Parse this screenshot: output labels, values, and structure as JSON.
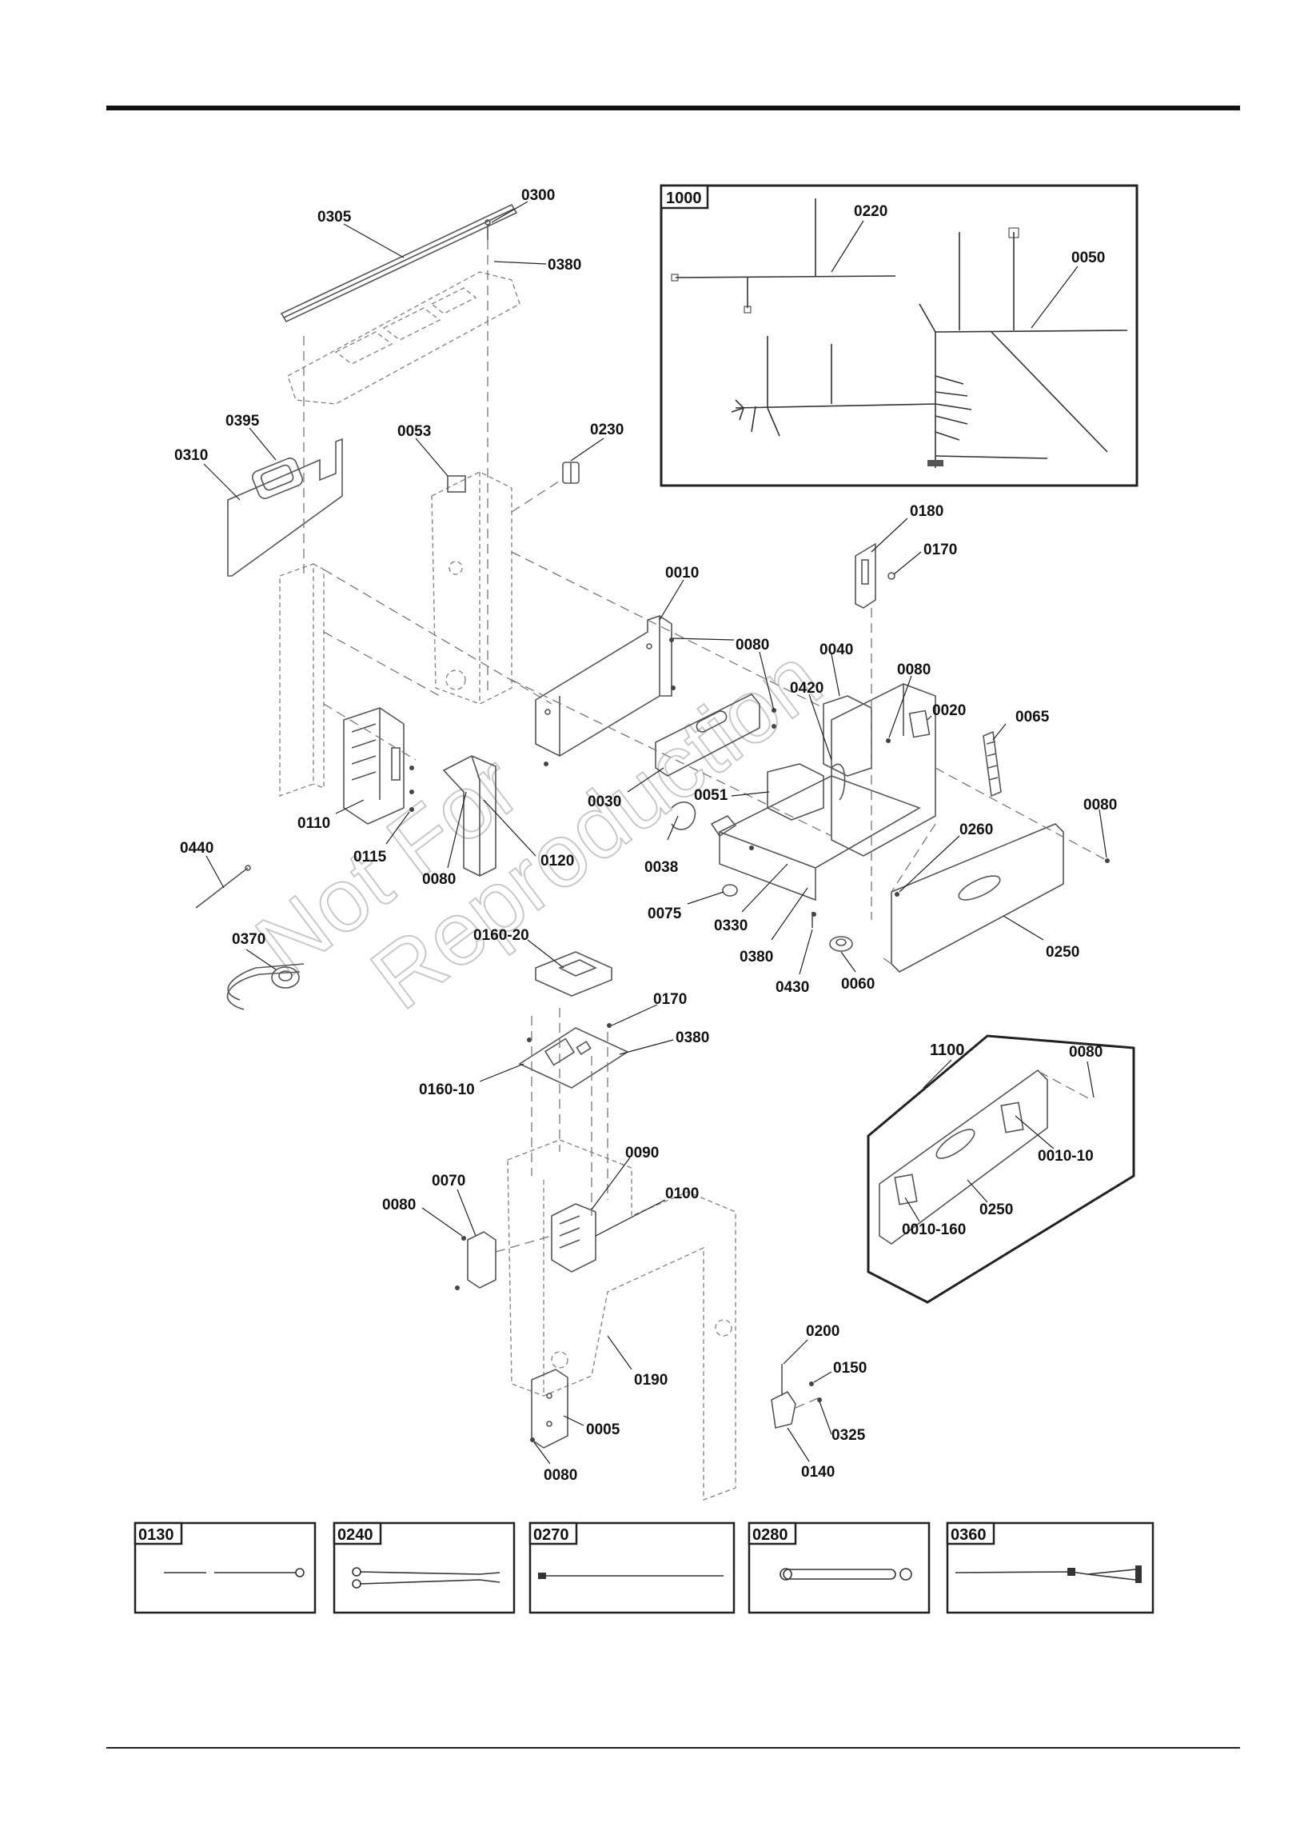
{
  "watermark": {
    "line1": "Not For",
    "line2": "Reproduction"
  },
  "callouts": [
    {
      "id": "c0305",
      "text": "0305"
    },
    {
      "id": "c0300",
      "text": "0300"
    },
    {
      "id": "c0380a",
      "text": "0380"
    },
    {
      "id": "c0395",
      "text": "0395"
    },
    {
      "id": "c0310",
      "text": "0310"
    },
    {
      "id": "c0053",
      "text": "0053"
    },
    {
      "id": "c0230",
      "text": "0230"
    },
    {
      "id": "c0010",
      "text": "0010"
    },
    {
      "id": "c0080a",
      "text": "0080"
    },
    {
      "id": "c0180",
      "text": "0180"
    },
    {
      "id": "c0170a",
      "text": "0170"
    },
    {
      "id": "c0040",
      "text": "0040"
    },
    {
      "id": "c0420",
      "text": "0420"
    },
    {
      "id": "c0080b",
      "text": "0080"
    },
    {
      "id": "c0020",
      "text": "0020"
    },
    {
      "id": "c0065",
      "text": "0065"
    },
    {
      "id": "c0080c",
      "text": "0080"
    },
    {
      "id": "c0030",
      "text": "0030"
    },
    {
      "id": "c0051",
      "text": "0051"
    },
    {
      "id": "c0110",
      "text": "0110"
    },
    {
      "id": "c0115",
      "text": "0115"
    },
    {
      "id": "c0120",
      "text": "0120"
    },
    {
      "id": "c0080d",
      "text": "0080"
    },
    {
      "id": "c0440",
      "text": "0440"
    },
    {
      "id": "c0038",
      "text": "0038"
    },
    {
      "id": "c0260",
      "text": "0260"
    },
    {
      "id": "c0075",
      "text": "0075"
    },
    {
      "id": "c0330",
      "text": "0330"
    },
    {
      "id": "c0370",
      "text": "0370"
    },
    {
      "id": "c0380b",
      "text": "0380"
    },
    {
      "id": "c0430",
      "text": "0430"
    },
    {
      "id": "c0060",
      "text": "0060"
    },
    {
      "id": "c0250a",
      "text": "0250"
    },
    {
      "id": "c016020",
      "text": "0160-20"
    },
    {
      "id": "c0170b",
      "text": "0170"
    },
    {
      "id": "c0380c",
      "text": "0380"
    },
    {
      "id": "c016010",
      "text": "0160-10"
    },
    {
      "id": "c0090",
      "text": "0090"
    },
    {
      "id": "c0070",
      "text": "0070"
    },
    {
      "id": "c0100",
      "text": "0100"
    },
    {
      "id": "c0080e",
      "text": "0080"
    },
    {
      "id": "c0190",
      "text": "0190"
    },
    {
      "id": "c0200",
      "text": "0200"
    },
    {
      "id": "c0150",
      "text": "0150"
    },
    {
      "id": "c0005",
      "text": "0005"
    },
    {
      "id": "c0325",
      "text": "0325"
    },
    {
      "id": "c0140",
      "text": "0140"
    },
    {
      "id": "c0080f",
      "text": "0080"
    }
  ],
  "inset_1000": {
    "label": "1000",
    "callouts": [
      {
        "text": "0220"
      },
      {
        "text": "0050"
      }
    ]
  },
  "inset_1100": {
    "label": "1100",
    "callouts": [
      {
        "text": "0080"
      },
      {
        "text": "0010-10"
      },
      {
        "text": "0250"
      },
      {
        "text": "0010-160"
      }
    ]
  },
  "bottom_boxes": [
    {
      "label": "0130"
    },
    {
      "label": "0240"
    },
    {
      "label": "0270"
    },
    {
      "label": "0280"
    },
    {
      "label": "0360"
    }
  ]
}
